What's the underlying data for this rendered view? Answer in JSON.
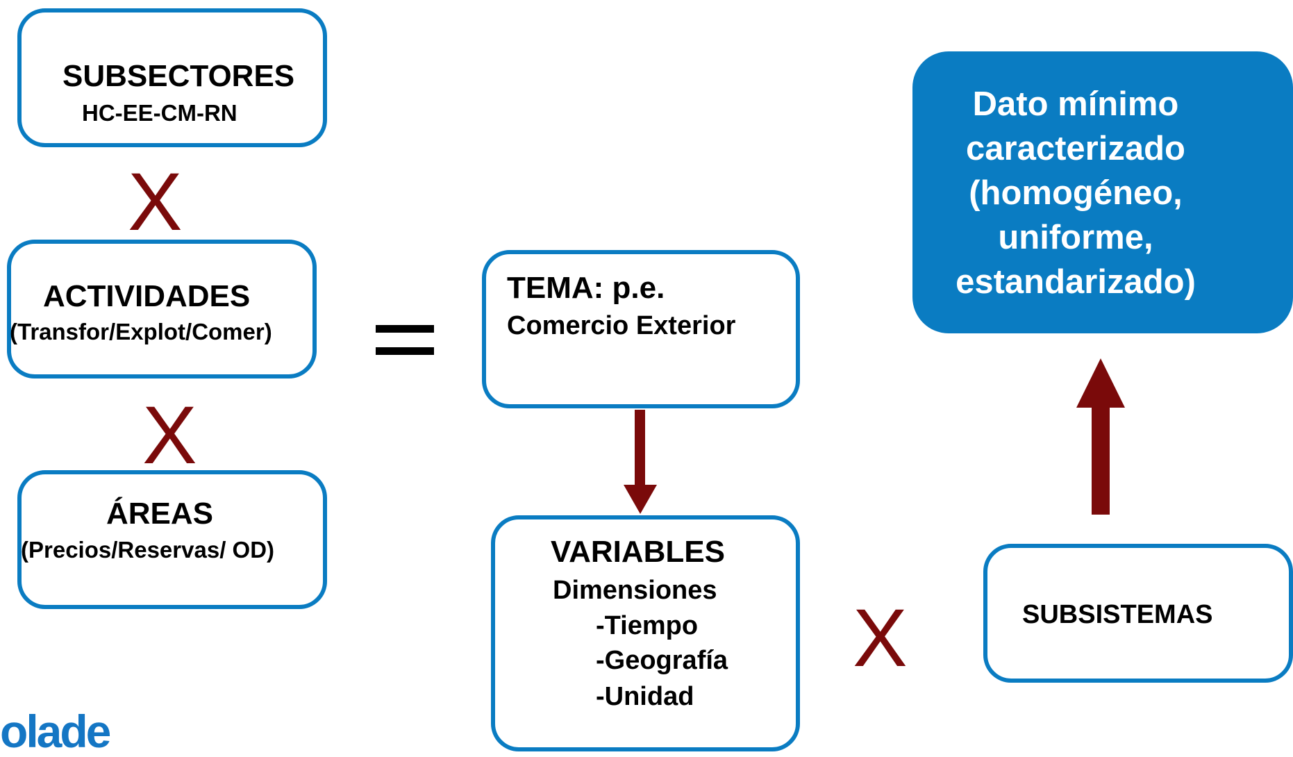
{
  "subsectores": {
    "title": "SUBSECTORES",
    "subtitle": "HC-EE-CM-RN"
  },
  "actividades": {
    "title": "ACTIVIDADES",
    "subtitle": "(Transfor/Explot/Comer)"
  },
  "areas": {
    "title": "ÁREAS",
    "subtitle": "(Precios/Reservas/ OD)"
  },
  "operators": {
    "multiply": "X",
    "equals": "="
  },
  "tema": {
    "line1": "TEMA:  p.e.",
    "line2": "Comercio Exterior"
  },
  "variables": {
    "title": "VARIABLES",
    "subtitle": "Dimensiones",
    "items": [
      "-Tiempo",
      "-Geografía",
      "-Unidad"
    ]
  },
  "subsistemas": {
    "title": "SUBSISTEMAS"
  },
  "resultado": {
    "lines": [
      "Dato mínimo",
      "caracterizado",
      "(homogéneo,",
      "uniforme,",
      "estandarizado)"
    ]
  },
  "logo": {
    "text": "olade"
  },
  "colors": {
    "box_border": "#0a7cc2",
    "result_fill": "#0a7cc2",
    "arrow": "#7a0a0a",
    "operator_x": "#7a0a0a",
    "logo": "#1476c4"
  }
}
